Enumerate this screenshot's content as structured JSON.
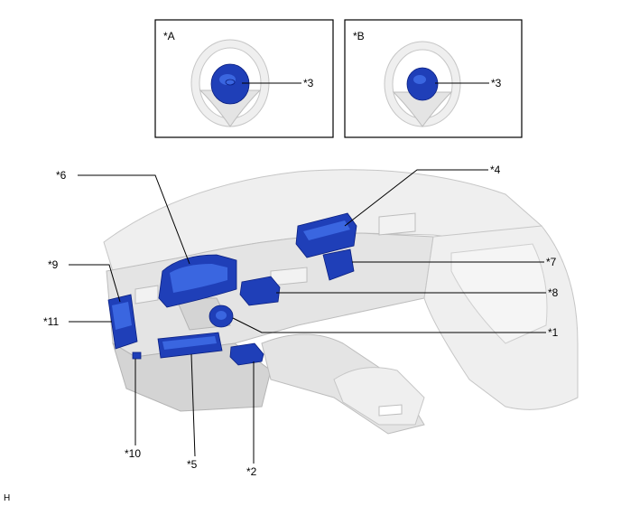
{
  "insets": [
    {
      "tag": "*A",
      "callout": "*3"
    },
    {
      "tag": "*B",
      "callout": "*3"
    }
  ],
  "callouts": {
    "c1": "*1",
    "c2": "*2",
    "c4": "*4",
    "c5": "*5",
    "c6": "*6",
    "c7": "*7",
    "c8": "*8",
    "c9": "*9",
    "c10": "*10",
    "c11": "*11"
  },
  "corner_mark": "H",
  "colors": {
    "component": "#1f3fb8",
    "interior": "#e4e4e4",
    "outline": "#000000"
  }
}
